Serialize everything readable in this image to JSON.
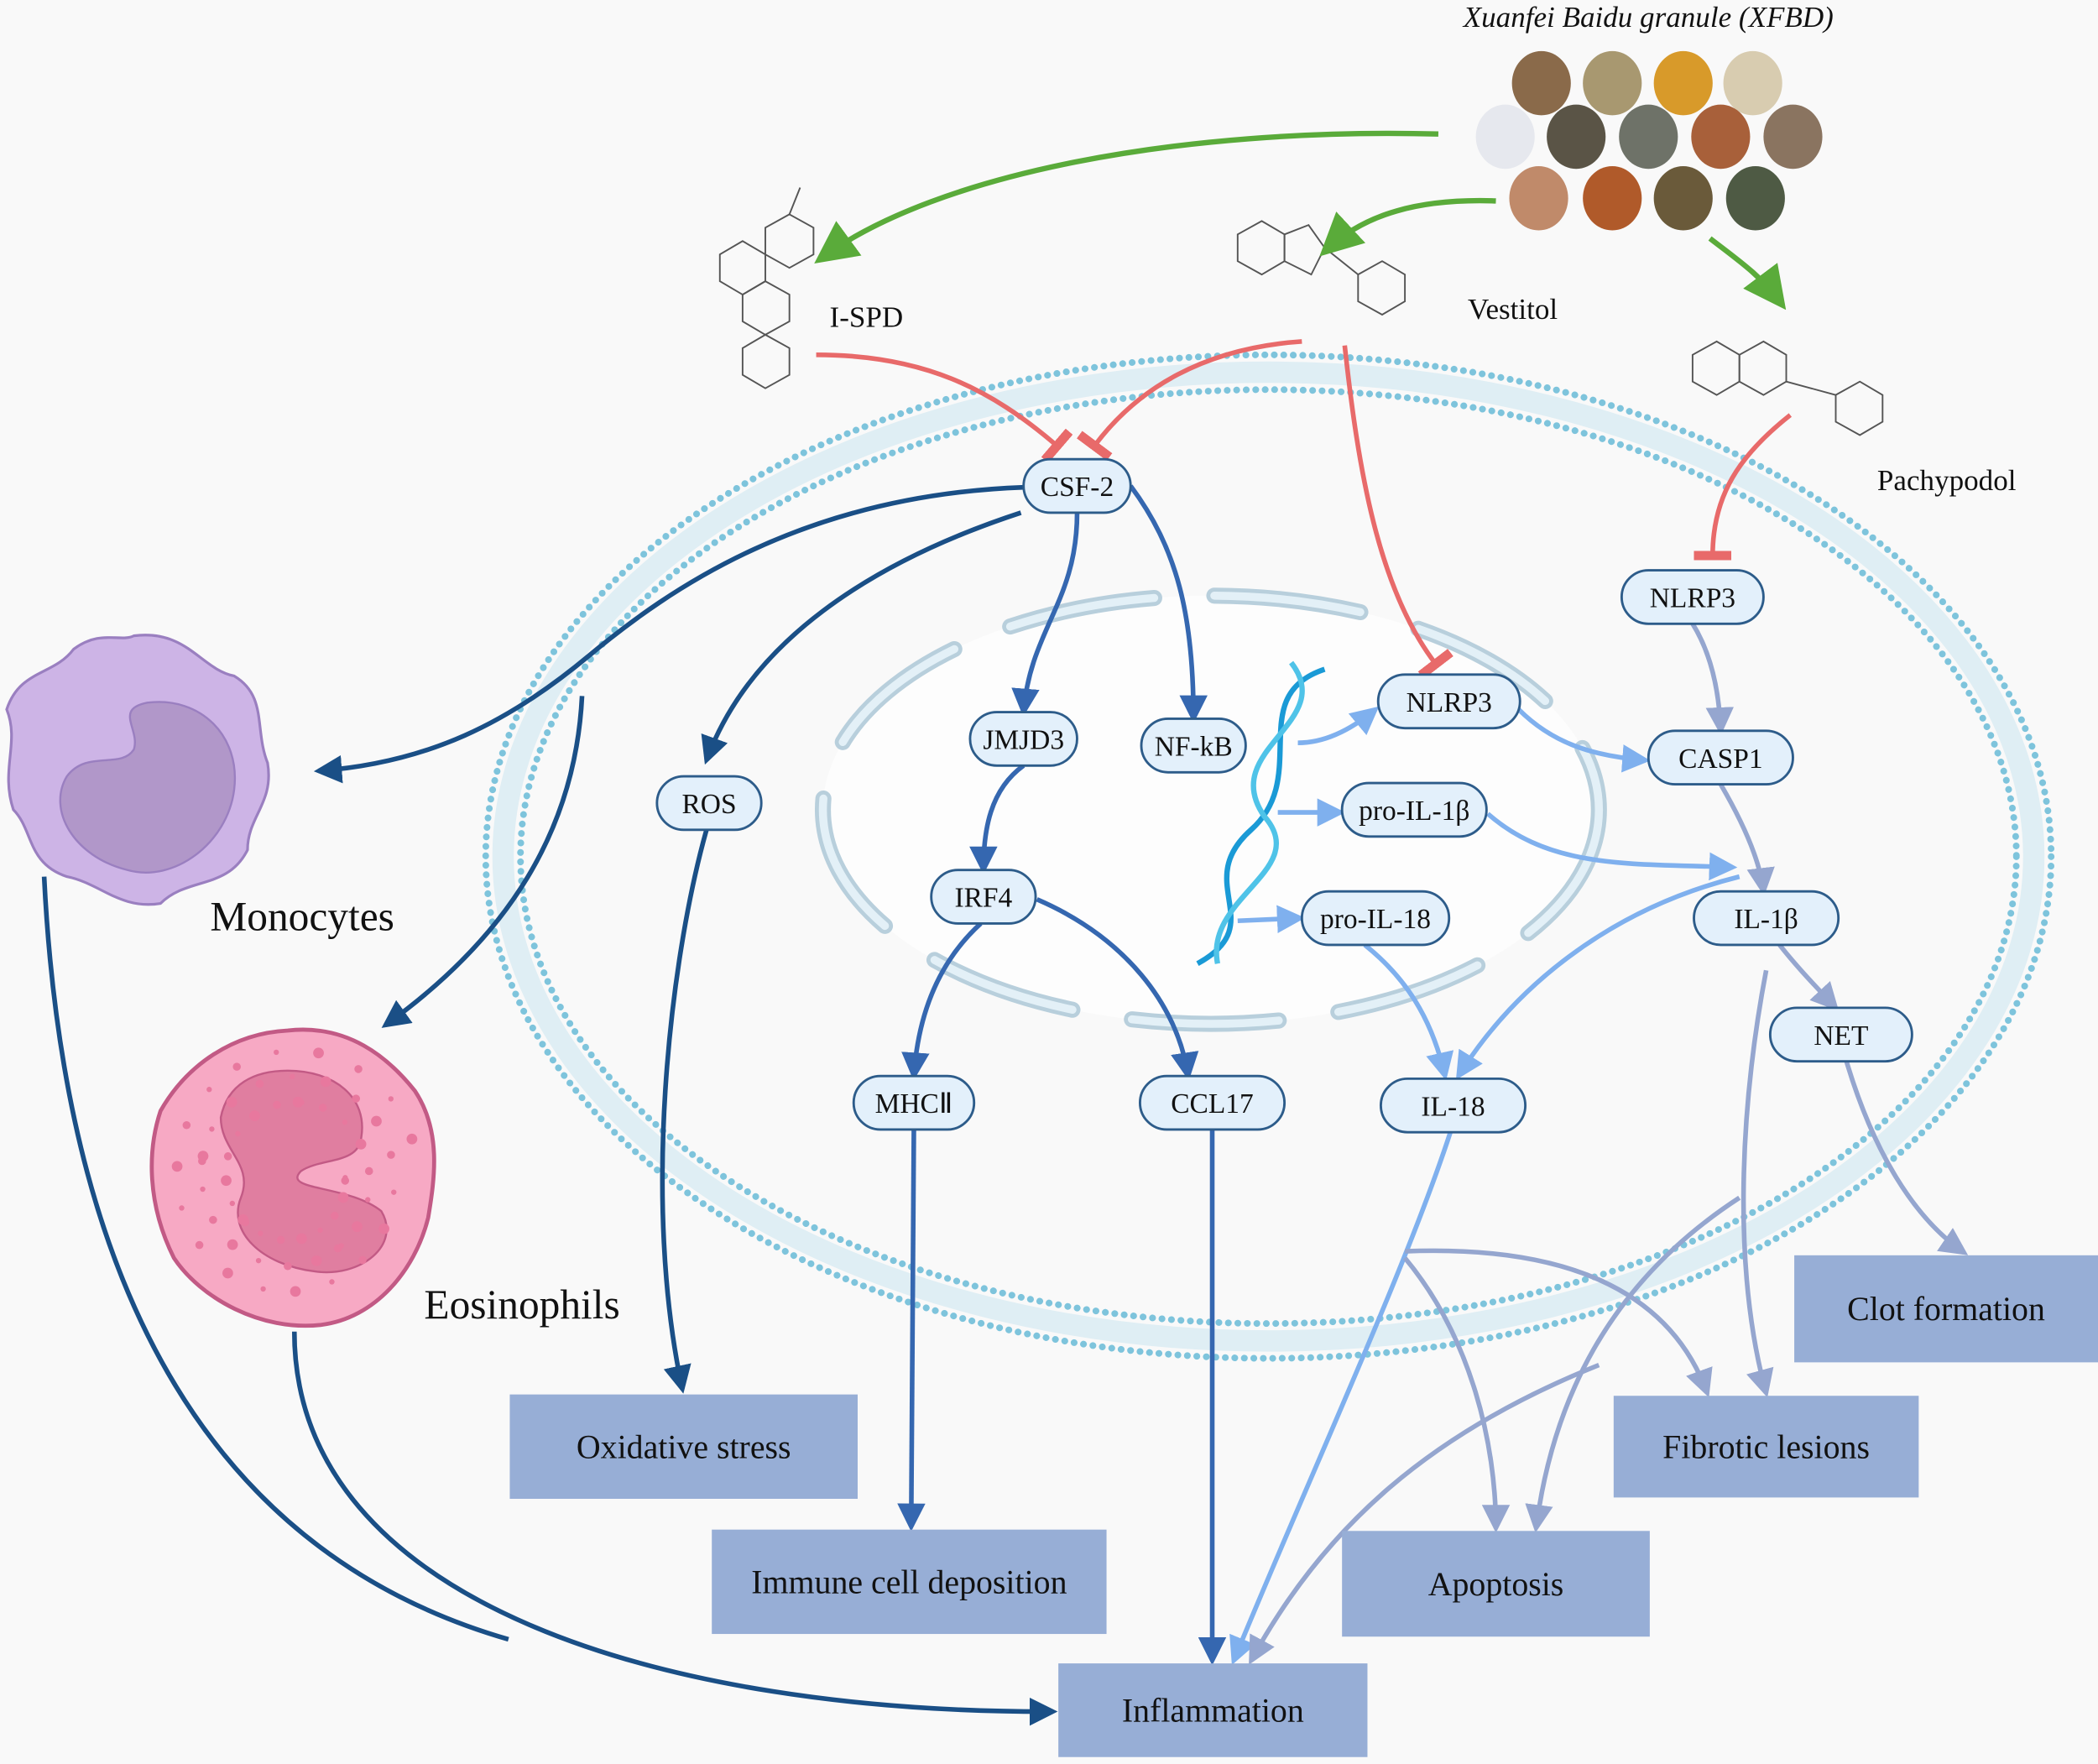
{
  "title": "Xuanfei Baidu granule (XFBD)",
  "compounds": [
    {
      "id": "ispd",
      "label": "I-SPD"
    },
    {
      "id": "vestitol",
      "label": "Vestitol"
    },
    {
      "id": "pachypodol",
      "label": "Pachypodol"
    }
  ],
  "cells": {
    "monocytes": "Monocytes",
    "eosinophils": "Eosinophils"
  },
  "nodes": {
    "csf2": "CSF-2",
    "ros": "ROS",
    "jmjd3": "JMJD3",
    "nfkb": "NF-kB",
    "irf4": "IRF4",
    "mhc2": "MHCⅡ",
    "ccl17": "CCL17",
    "nlrp3_in": "NLRP3",
    "proil1b": "pro-IL-1β",
    "proil18": "pro-IL-18",
    "il18": "IL-18",
    "nlrp3_out": "NLRP3",
    "casp1": "CASP1",
    "il1b": "IL-1β",
    "net": "NET"
  },
  "outcomes": {
    "oxidative": "Oxidative stress",
    "immune": "Immune cell deposition",
    "inflammation": "Inflammation",
    "apoptosis": "Apoptosis",
    "fibrotic": "Fibrotic lesions",
    "clot": "Clot formation"
  },
  "colors": {
    "activate_green": "#5aab3a",
    "inhibit_red": "#e86a6a",
    "dark_blue": "#1a4f86",
    "mid_blue": "#3567b0",
    "light_blue": "#7fb0ee",
    "grey_blue": "#95a6cf",
    "membrane": "#7ec4dc",
    "outcome_box": "#97aed6",
    "node_fill": "#e3f0fb",
    "monocyte": "#cdb4e6",
    "eosinophil": "#f7a9c4"
  }
}
